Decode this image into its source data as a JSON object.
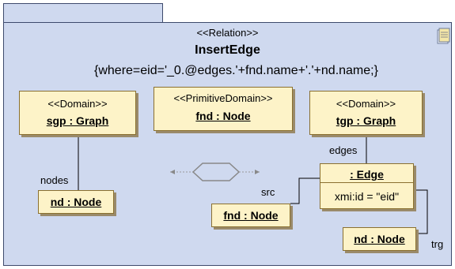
{
  "relation": {
    "stereotype": "<<Relation>>",
    "name": "InsertEdge",
    "constraint": "{where=eid='_0.@edges.'+fnd.name+'.'+nd.name;}"
  },
  "nodes": {
    "sgp": {
      "stereotype": "<<Domain>>",
      "name": "sgp : Graph"
    },
    "fnd_domain": {
      "stereotype": "<<PrimitiveDomain>>",
      "name": "fnd : Node"
    },
    "tgp": {
      "stereotype": "<<Domain>>",
      "name": "tgp : Graph"
    },
    "edge": {
      "name": ": Edge",
      "attribute": "xmi:id = \"eid\""
    },
    "nd_left": {
      "name": "nd : Node"
    },
    "fnd": {
      "name": "fnd : Node"
    },
    "nd_right": {
      "name": "nd : Node"
    }
  },
  "labels": {
    "nodes": "nodes",
    "edges": "edges",
    "src": "src",
    "trg": "trg"
  },
  "icons": {
    "note": "note-icon",
    "relation_glyph": "hexagon-arrow-icon"
  },
  "colors": {
    "frame": "#cfd9ef",
    "node_fill": "#fdf3c8",
    "node_border": "#8a7030"
  }
}
